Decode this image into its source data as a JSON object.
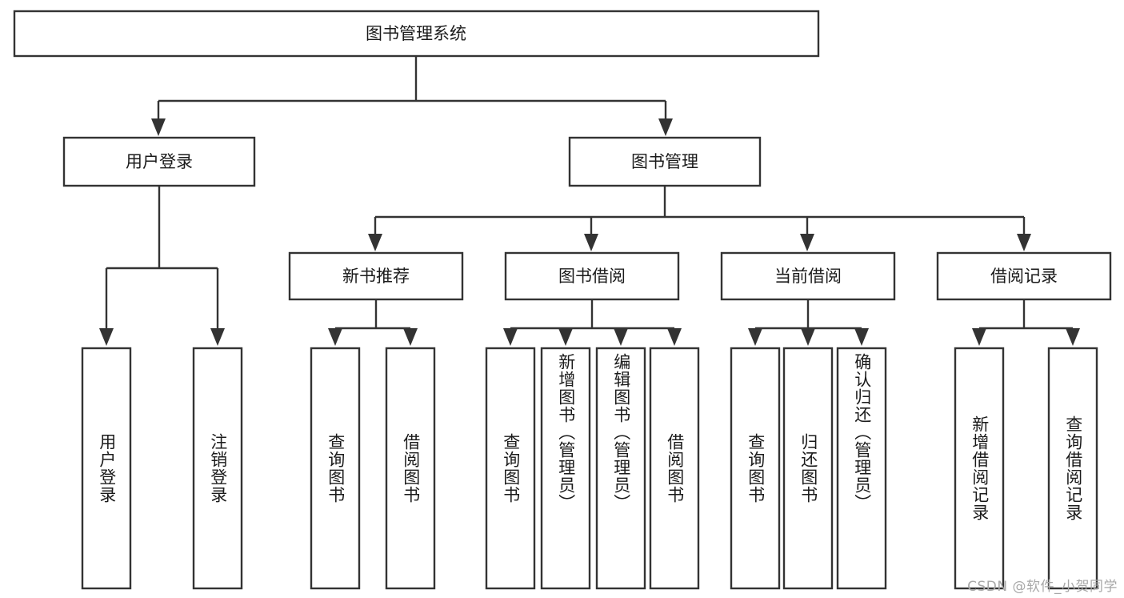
{
  "diagram": {
    "title": "图书管理系统",
    "type": "tree-hierarchy",
    "root": {
      "id": "root",
      "label": "图书管理系统"
    },
    "level1": [
      {
        "id": "user-login",
        "label": "用户登录"
      },
      {
        "id": "book-management",
        "label": "图书管理"
      }
    ],
    "level2": [
      {
        "id": "new-book-recommend",
        "label": "新书推荐",
        "parent": "book-management"
      },
      {
        "id": "book-borrow",
        "label": "图书借阅",
        "parent": "book-management"
      },
      {
        "id": "current-borrow",
        "label": "当前借阅",
        "parent": "book-management"
      },
      {
        "id": "borrow-record",
        "label": "借阅记录",
        "parent": "book-management"
      }
    ],
    "leaves": {
      "user_login": [
        {
          "id": "leaf-user-login",
          "label": "用户登录"
        },
        {
          "id": "leaf-user-logout",
          "label": "注销登录"
        }
      ],
      "new_book_recommend": [
        {
          "id": "leaf-query-book-1",
          "label": "查询图书"
        },
        {
          "id": "leaf-borrow-book-1",
          "label": "借阅图书"
        }
      ],
      "book_borrow": [
        {
          "id": "leaf-query-book-2",
          "label": "查询图书"
        },
        {
          "id": "leaf-add-book",
          "label": "新增图书（管理员）"
        },
        {
          "id": "leaf-edit-book",
          "label": "编辑图书（管理员）"
        },
        {
          "id": "leaf-borrow-book-2",
          "label": "借阅图书"
        }
      ],
      "current_borrow": [
        {
          "id": "leaf-query-book-3",
          "label": "查询图书"
        },
        {
          "id": "leaf-return-book",
          "label": "归还图书"
        },
        {
          "id": "leaf-confirm-return",
          "label": "确认归还（管理员）"
        }
      ],
      "borrow_record": [
        {
          "id": "leaf-add-record",
          "label": "新增借阅记录"
        },
        {
          "id": "leaf-query-record",
          "label": "查询借阅记录"
        }
      ]
    }
  },
  "watermark": {
    "text": "CSDN @软件_小贺同学"
  },
  "colors": {
    "box_stroke": "#333333",
    "box_fill": "#ffffff",
    "text": "#1b1b1b",
    "background": "#ffffff",
    "watermark": "#a8a8a8"
  }
}
